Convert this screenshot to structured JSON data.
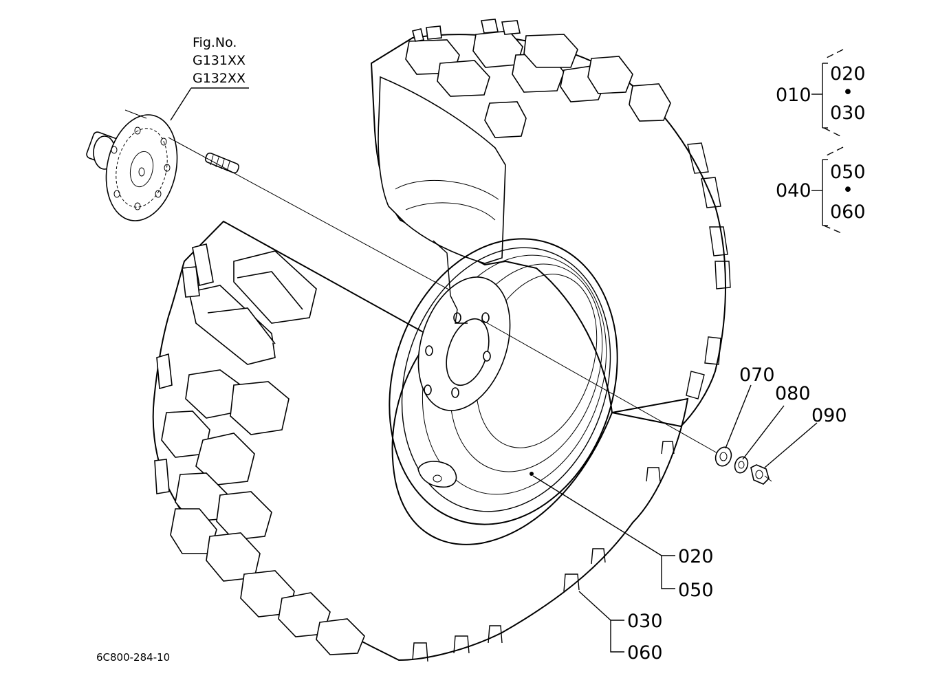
{
  "figure": {
    "fig_no_label": "Fig.No.",
    "fig_codes": [
      "G131XX",
      "G132XX"
    ],
    "drawing_code": "6C800-284-10"
  },
  "legend_groups": [
    {
      "parent": "010",
      "children": [
        "020",
        "030"
      ],
      "separator": "•"
    },
    {
      "parent": "040",
      "children": [
        "050",
        "060"
      ],
      "separator": "•"
    }
  ],
  "callouts": {
    "washer": "070",
    "spring_washer": "080",
    "nut": "090",
    "rim_group": [
      "020",
      "050"
    ],
    "tire_group": [
      "030",
      "060"
    ]
  }
}
